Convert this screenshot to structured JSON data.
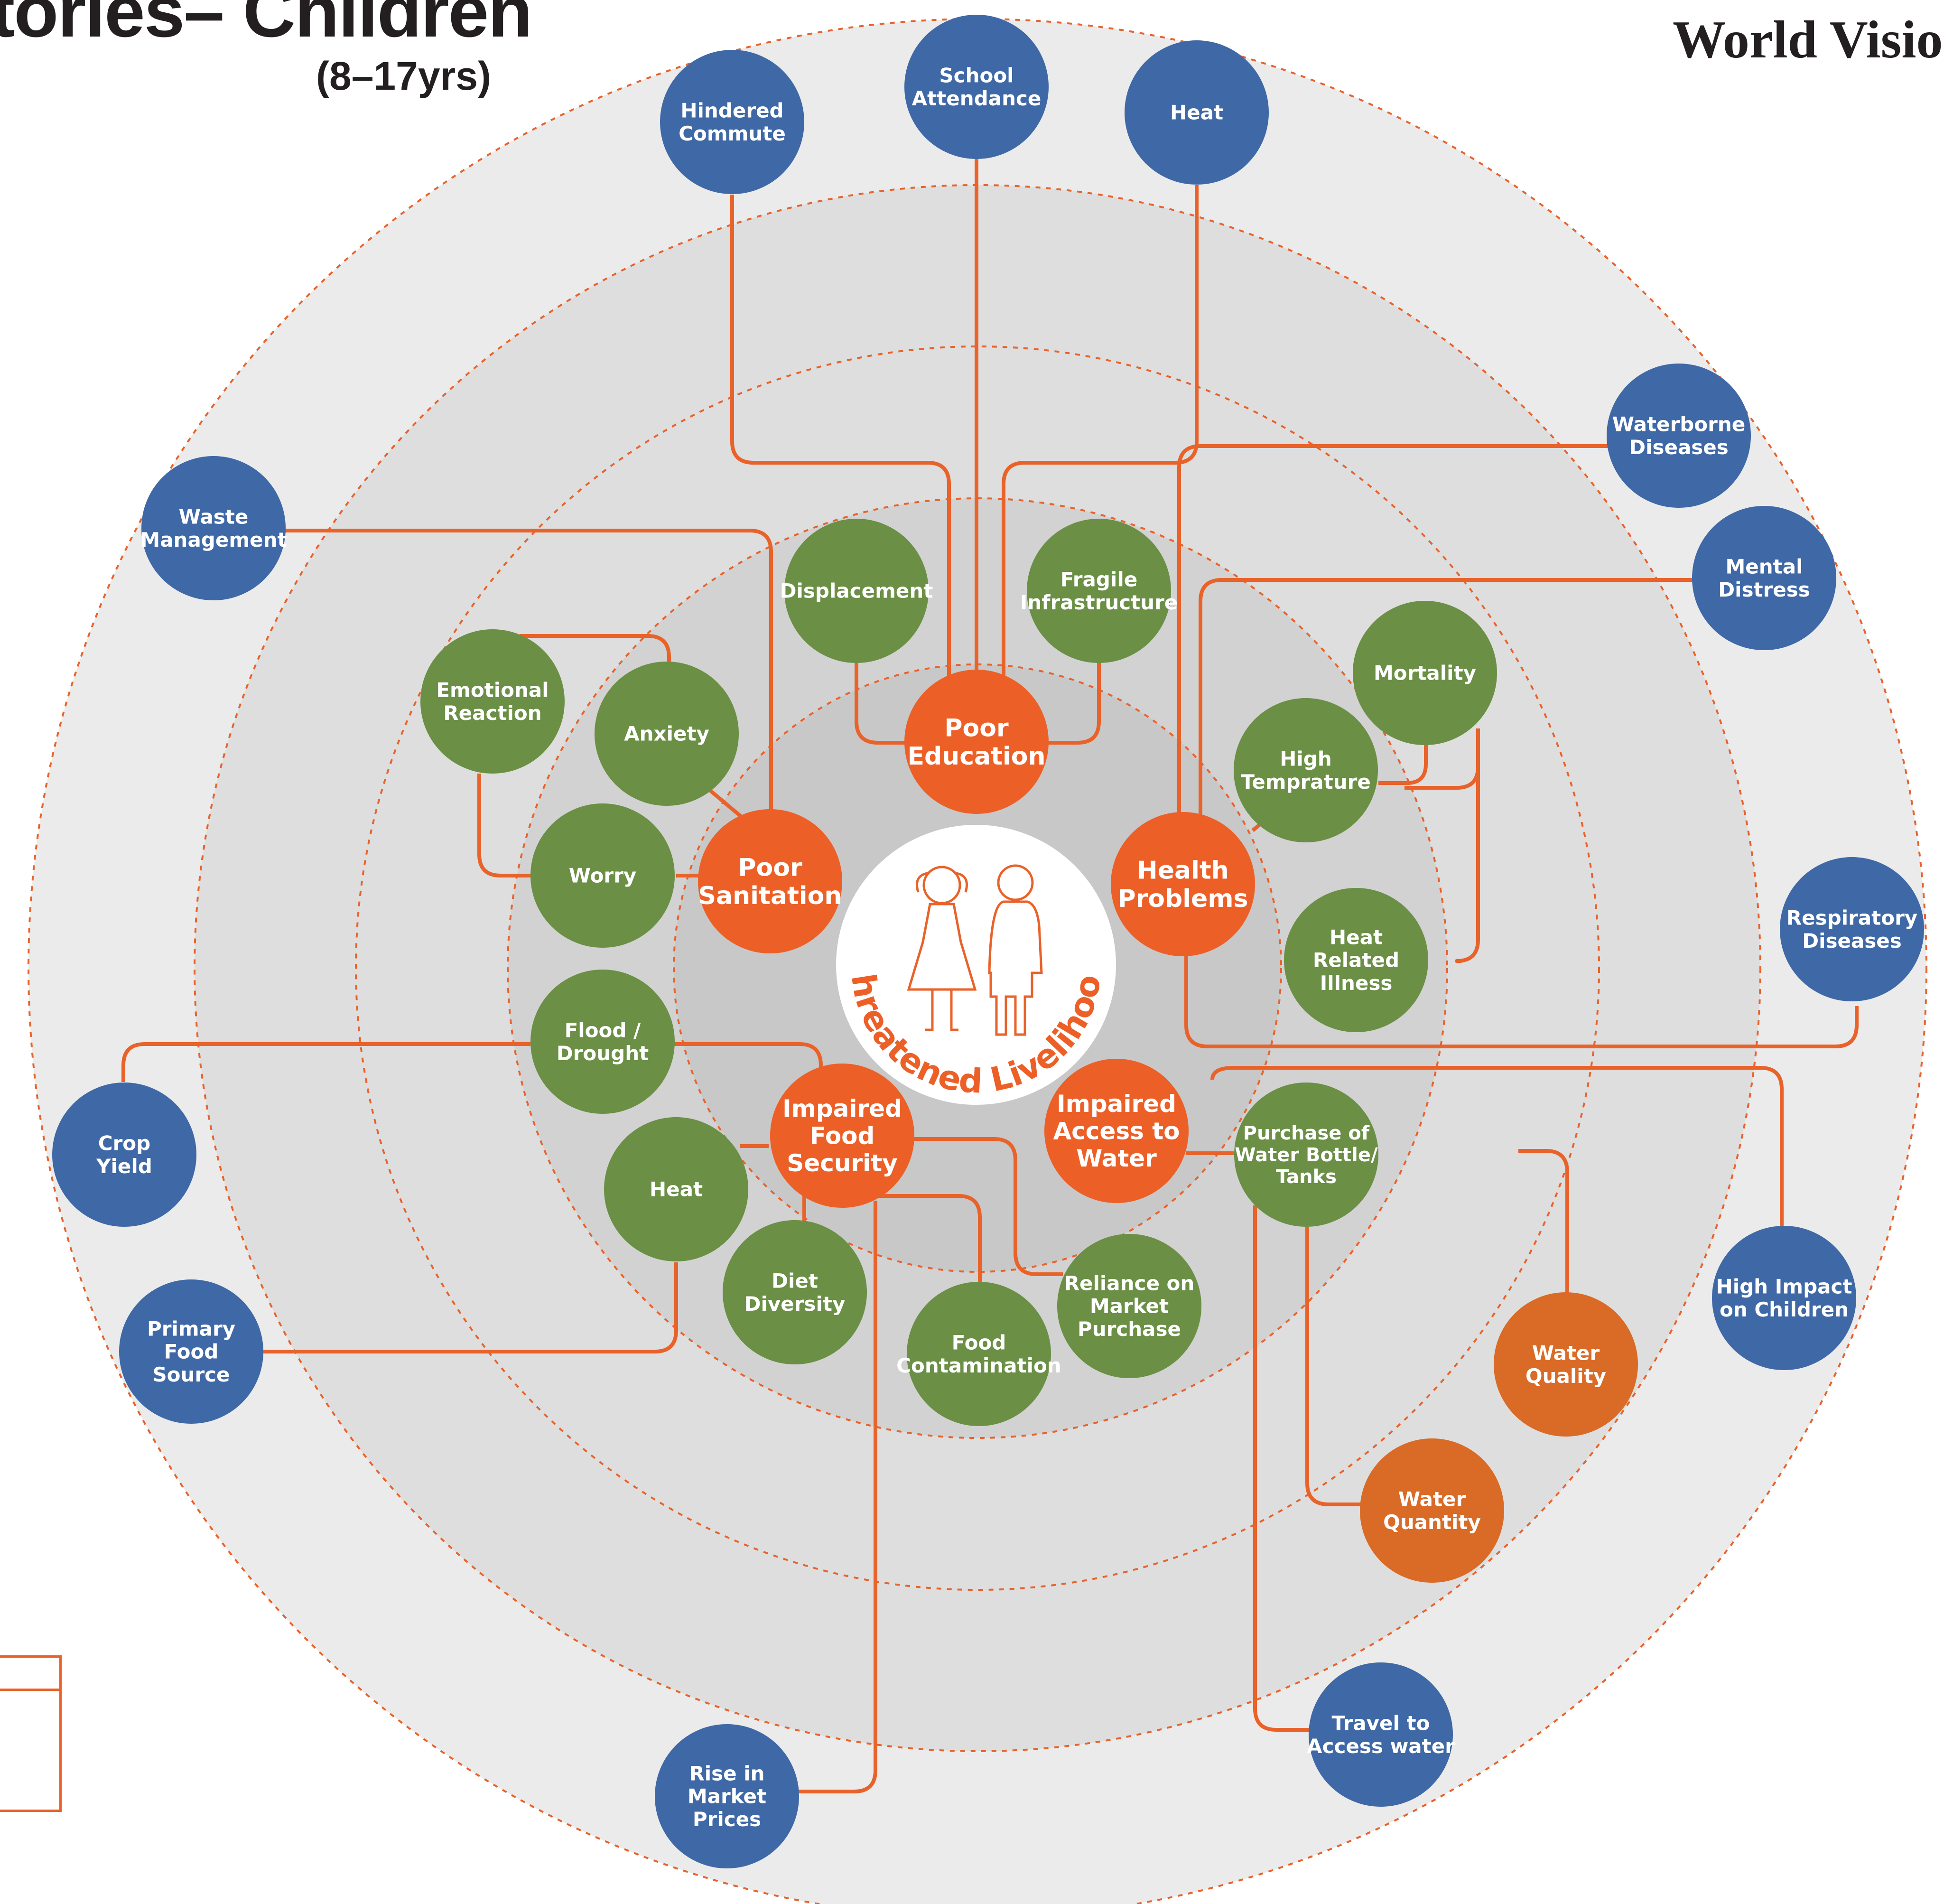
{
  "header": {
    "title": "tories– Children",
    "subtitle": "(8–17yrs)",
    "brand": "World Visio"
  },
  "colors": {
    "connector": "#e8622a",
    "core": "#ec6028",
    "core_secondary": "#d96b26",
    "factor": "#6a8f45",
    "outcome": "#3f68a6",
    "ring_outer": "#ebebeb",
    "ring_mid": "#dedede",
    "ring_inner": "#d2d2d2",
    "ring_core": "#c8c8c8"
  },
  "center": {
    "label": "Threatened Livelihood",
    "icon": "children-silhouette-icon"
  },
  "nodes": {
    "poor_education": [
      "Poor",
      "Education"
    ],
    "poor_sanitation": [
      "Poor",
      "Sanitation"
    ],
    "health_problems": [
      "Health",
      "Problems"
    ],
    "impaired_food_security": [
      "Impaired",
      "Food",
      "Security"
    ],
    "impaired_access_water": [
      "Impaired",
      "Access to",
      "Water"
    ],
    "displacement": [
      "Displacement"
    ],
    "fragile_infrastructure": [
      "Fragile",
      "Infrastructure"
    ],
    "emotional_reaction": [
      "Emotional",
      "Reaction"
    ],
    "anxiety": [
      "Anxiety"
    ],
    "worry": [
      "Worry"
    ],
    "mortality": [
      "Mortality"
    ],
    "high_temprature": [
      "High",
      "Temprature"
    ],
    "heat_related_illness": [
      "Heat",
      "Related",
      "Illness"
    ],
    "flood_drought": [
      "Flood /",
      "Drought"
    ],
    "heat_green": [
      "Heat"
    ],
    "diet_diversity": [
      "Diet",
      "Diversity"
    ],
    "food_contamination": [
      "Food",
      "Contamination"
    ],
    "reliance_market": [
      "Reliance on",
      "Market",
      "Purchase"
    ],
    "purchase_water": [
      "Purchase of",
      "Water Bottle/",
      "Tanks"
    ],
    "water_quality": [
      "Water",
      "Quality"
    ],
    "water_quantity": [
      "Water",
      "Quantity"
    ],
    "hindered_commute": [
      "Hindered",
      "Commute"
    ],
    "school_attendance": [
      "School",
      "Attendance"
    ],
    "heat_blue": [
      "Heat"
    ],
    "waterborne_diseases": [
      "Waterborne",
      "Diseases"
    ],
    "mental_distress": [
      "Mental",
      "Distress"
    ],
    "waste_management": [
      "Waste",
      "Management"
    ],
    "respiratory_diseases": [
      "Respiratory",
      "Diseases"
    ],
    "crop_yield": [
      "Crop",
      "Yield"
    ],
    "high_impact_children": [
      "High Impact",
      "on Children"
    ],
    "primary_food_source": [
      "Primary",
      "Food",
      "Source"
    ],
    "rise_market_prices": [
      "Rise in",
      "Market",
      "Prices"
    ],
    "travel_access_water": [
      "Travel to",
      "Access water"
    ]
  }
}
